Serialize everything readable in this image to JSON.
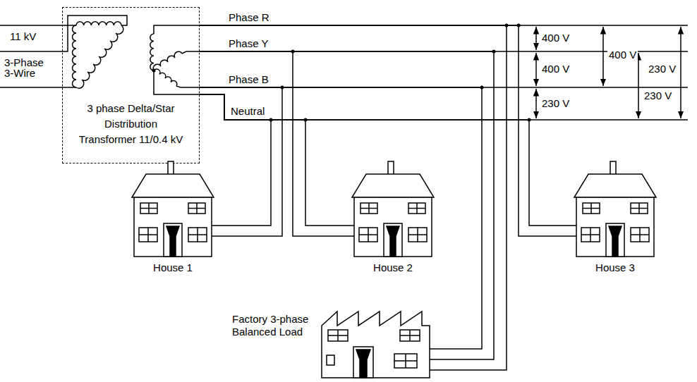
{
  "diagram": {
    "nodes": [
      {
        "text": [
          "3 phase Delta/Star Distribution Transformer 11/0.4 kV"
        ]
      },
      {
        "text": [
          "House 1"
        ]
      },
      {
        "text": [
          "House 2"
        ]
      },
      {
        "text": [
          "House 3"
        ]
      },
      {
        "text": [
          "Factory 3-phase Balanced Load"
        ]
      }
    ],
    "edges": [
      {
        "from": 0,
        "to": 1,
        "arrow": "none"
      },
      {
        "from": 0,
        "to": 2,
        "arrow": "none"
      },
      {
        "from": 0,
        "to": 3,
        "arrow": "none"
      },
      {
        "from": 0,
        "to": 4,
        "arrow": "none"
      }
    ],
    "labels": [
      "11 kV",
      "3-Phase 3-Wire",
      "Phase R",
      "Phase Y",
      "Phase B",
      "Neutral",
      "400 V",
      "400 V",
      "400 V",
      "230 V",
      "230 V",
      "230 V"
    ]
  }
}
